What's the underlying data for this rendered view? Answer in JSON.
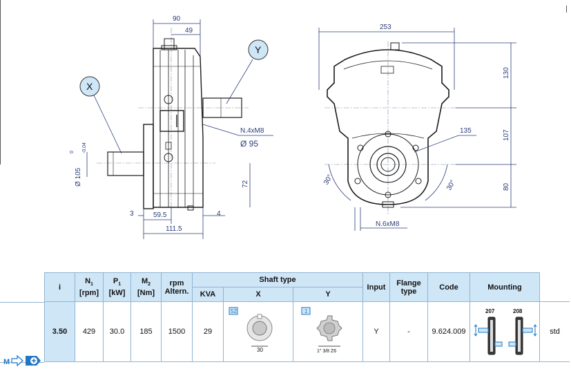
{
  "drawing": {
    "side_view": {
      "dims": {
        "d90": "90",
        "d49": "49",
        "d59_5": "59.5",
        "d3": "3",
        "d4": "4",
        "d111_5": "111.5",
        "d72": "72",
        "phi105": "Ø 105",
        "tol_upper": "0",
        "tol_lower": "-0.04",
        "n4m8": "N.4xM8",
        "phi95": "Ø  95"
      },
      "bubble_x": "X",
      "bubble_y": "Y"
    },
    "front_view": {
      "dims": {
        "d253": "253",
        "d130": "130",
        "d107": "107",
        "d80": "80",
        "d135": "135",
        "a30l": "30°",
        "a30r": "30°",
        "n6m8": "N.6xM8"
      }
    }
  },
  "table": {
    "headers": {
      "i": "i",
      "n1": "N",
      "n1_sub": "1",
      "n1_unit": "[rpm]",
      "p1": "P",
      "p1_sub": "1",
      "p1_unit": "[kW]",
      "m2": "M",
      "m2_sub": "2",
      "m2_unit": "[Nm]",
      "rpm_alt": "rpm",
      "rpm_alt2": "Altern.",
      "kva": "KVA",
      "shaft_type": "Shaft type",
      "shaft_x": "X",
      "shaft_y": "Y",
      "input": "Input",
      "flange_type": "Flange",
      "flange_type2": "type",
      "code": "Code",
      "mounting": "Mounting"
    },
    "row": {
      "i": "3.50",
      "n1": "429",
      "p1": "30.0",
      "m2": "185",
      "rpm_alt": "1500",
      "kva": "29",
      "shaft_x_badge": "52",
      "shaft_x_dim": "30",
      "shaft_y_badge": "1",
      "shaft_y_dim": "1\" 3/8 Z6",
      "input": "Y",
      "flange": "-",
      "code": "9.624.009",
      "mount_a": "207",
      "mount_b": "208",
      "extra": "std"
    }
  },
  "footer_label": "M"
}
